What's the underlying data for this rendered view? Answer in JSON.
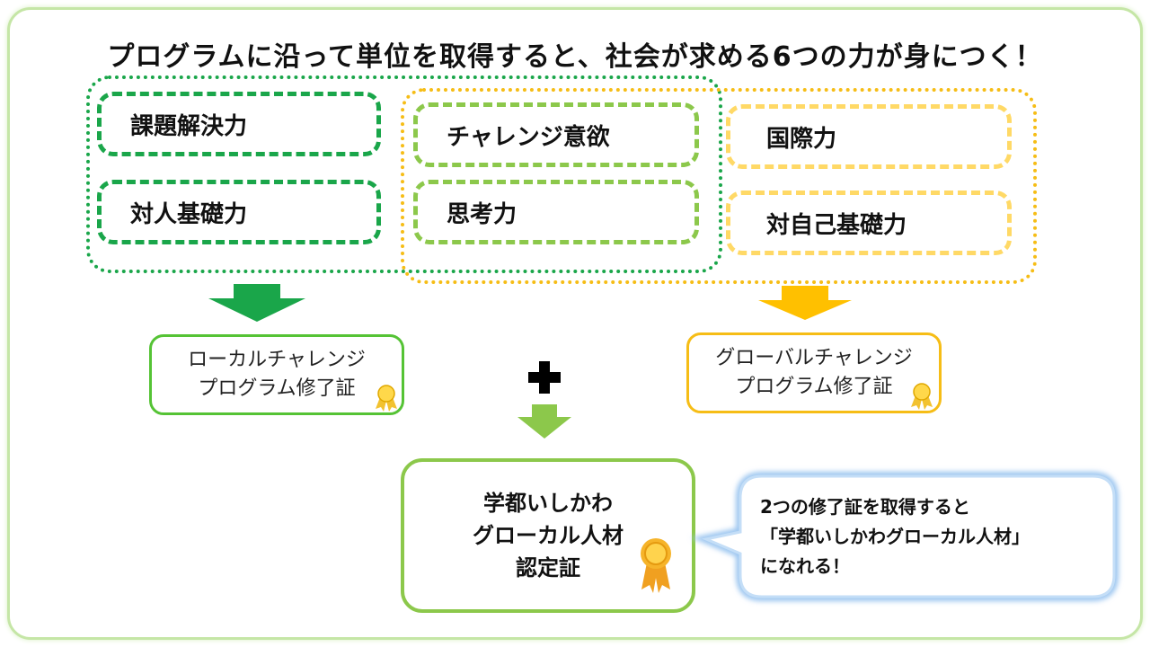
{
  "title": "プログラムに沿って単位を取得すると、社会が求める6つの力が身につく！",
  "skills": {
    "problem_solving": "課題解決力",
    "interpersonal": "対人基礎力",
    "challenge": "チャレンジ意欲",
    "thinking": "思考力",
    "international": "国際力",
    "self_basic": "対自己基礎力"
  },
  "certificates": {
    "local_line1": "ローカルチャレンジ",
    "local_line2": "プログラム修了証",
    "global_line1": "グローバルチャレンジ",
    "global_line2": "プログラム修了証"
  },
  "final": {
    "line1": "学都いしかわ",
    "line2": "グローカル人材",
    "line3": "認定証"
  },
  "callout": {
    "line1": "2つの修了証を取得すると",
    "line2": "「学都いしかわグローカル人材」",
    "line3": "になれる！"
  },
  "colors": {
    "dark_green": "#1aa64a",
    "light_green": "#8cc84b",
    "yellow": "#ffd966",
    "orange": "#f6bd16",
    "callout_glow": "#9cc6f0"
  },
  "icons": [
    "plus-icon",
    "ribbon-icon",
    "rosette-medal-icon",
    "down-arrow-icon"
  ]
}
